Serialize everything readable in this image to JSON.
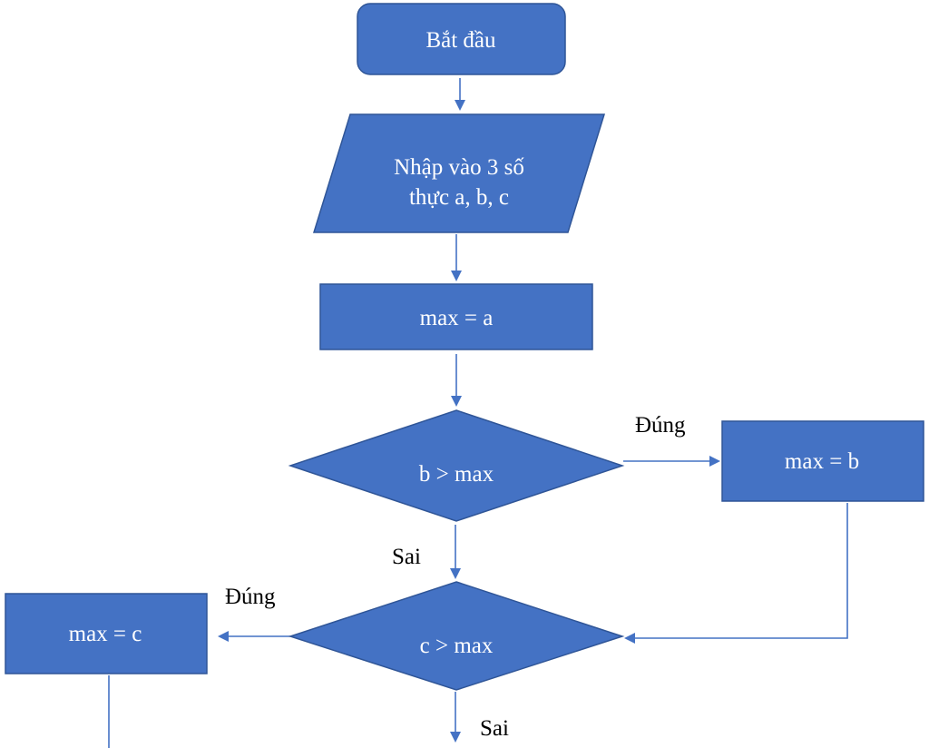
{
  "flowchart": {
    "nodes": {
      "start": {
        "label": "Bắt đầu"
      },
      "input": {
        "line1": "Nhập vào 3 số",
        "line2": "thực a, b, c"
      },
      "init": {
        "label": "max = a"
      },
      "decision_b": {
        "label": "b > max"
      },
      "assign_b": {
        "label": "max = b"
      },
      "decision_c": {
        "label": "c > max"
      },
      "assign_c": {
        "label": "max = c"
      }
    },
    "edge_labels": {
      "b_true": "Đúng",
      "b_false": "Sai",
      "c_true": "Đúng",
      "c_false": "Sai"
    }
  },
  "colors": {
    "shape_fill": "#4472c4",
    "shape_stroke": "#2f5597",
    "connector": "#4472c4",
    "node_text": "#ffffff",
    "edge_label_text": "#000000"
  }
}
